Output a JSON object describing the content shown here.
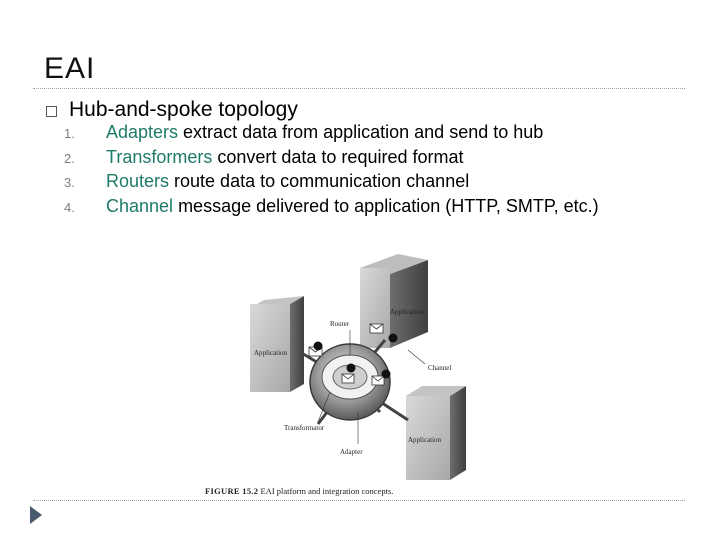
{
  "slide": {
    "title": "EAI",
    "bullet": "Hub-and-spoke topology",
    "items": [
      {
        "num": "1.",
        "keyword": "Adapters",
        "text": " extract data from application and send to hub"
      },
      {
        "num": "2.",
        "keyword": "Transformers",
        "text": " convert data to required format"
      },
      {
        "num": "3.",
        "keyword": "Routers",
        "text": " route data to communication channel"
      },
      {
        "num": "4.",
        "keyword": "Channel",
        "text": " message delivered to application (HTTP, SMTP, etc.)"
      }
    ]
  },
  "figure": {
    "labels": {
      "app_top": "Application",
      "app_left": "Application",
      "app_bottom": "Application",
      "router": "Router",
      "channel": "Channel",
      "transformer": "Transformator",
      "adapter": "Adapter"
    },
    "caption_bold": "FIGURE 15.2",
    "caption_text": "EAI platform and integration concepts."
  },
  "colors": {
    "keyword": "#1f7a6a",
    "number": "#7f7f7f",
    "nav": "#4a5a6e"
  },
  "icons": {
    "bullet": "square-bullet-icon",
    "nav": "next-slide-arrow-icon"
  }
}
